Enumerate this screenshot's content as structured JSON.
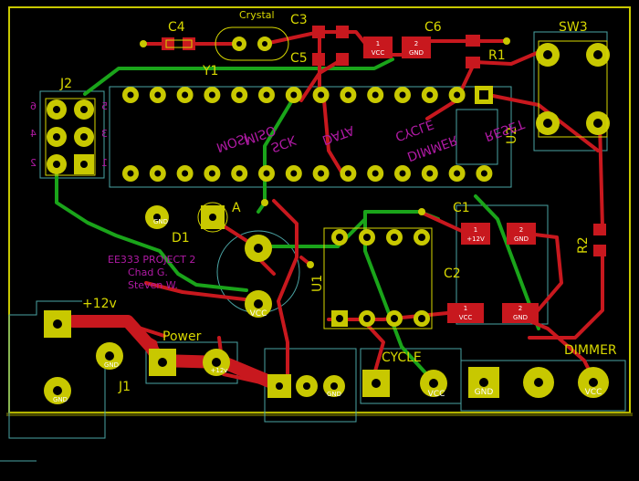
{
  "board": {
    "title_line1": "EE333 PROJECT 2",
    "title_line2": "Chad G.",
    "title_line3": "Steven W."
  },
  "refs": {
    "c4": "C4",
    "crystal_value": "Crystal",
    "c3": "C3",
    "c6": "C6",
    "c5": "C5",
    "r1": "R1",
    "y1": "Y1",
    "sw3": "SW3",
    "j2": "J2",
    "u2": "U2",
    "c1": "C1",
    "c2": "C2",
    "r2": "R2",
    "u1": "U1",
    "d1": "D1",
    "a": "A",
    "j1": "J1",
    "power": "Power",
    "v12": "+12v",
    "cycle": "CYCLE",
    "dimmer": "DIMMER"
  },
  "back_labels": {
    "mosi": "MOSI",
    "miso": "MISO",
    "sck": "SCK",
    "data": "DATA",
    "cycle": "CYCLE",
    "dimmer": "DIMMER",
    "reset": "RESET",
    "j2_pins": [
      "6",
      "4",
      "2",
      "5",
      "3",
      "1"
    ]
  },
  "pad_labels": {
    "vcc": "VCC",
    "gnd": "GND",
    "v12": "+12V",
    "one": "1",
    "two": "2",
    "plus12v": "+12v"
  },
  "colors": {
    "background": "#000000",
    "silkscreen": "#d8d800",
    "back_silk": "#b01aa4",
    "front_copper": "#c8181e",
    "back_copper": "#1aa41a",
    "pad": "#c8c800",
    "outline": "#4aa3a3"
  }
}
